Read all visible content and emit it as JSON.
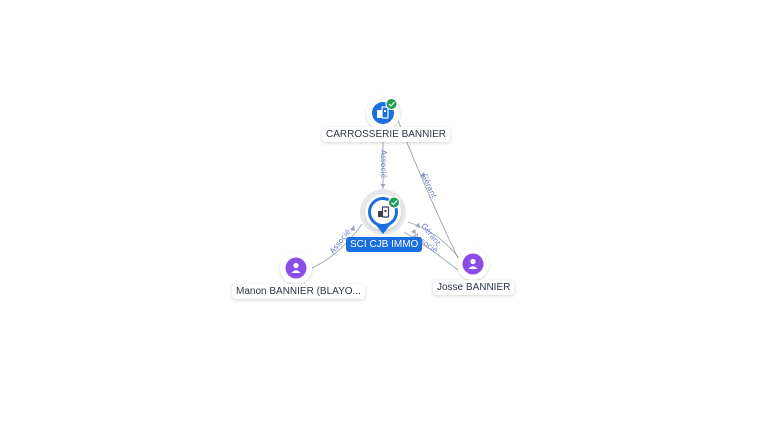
{
  "colors": {
    "company": "#1a6fe0",
    "person": "#8a4de8",
    "check": "#1f9d55",
    "edge": "#9aa3b5",
    "edge_label": "#6b7fc6"
  },
  "nodes": {
    "carrosserie": {
      "label": "CARROSSERIE BANNIER",
      "icon": "building-icon",
      "verified": true
    },
    "sci": {
      "label": "SCI CJB IMMO",
      "icon": "building-icon",
      "verified": true
    },
    "manon": {
      "label": "Manon BANNIER (BLAYO...",
      "icon": "person-icon"
    },
    "josse": {
      "label": "Josse BANNIER",
      "icon": "person-icon"
    }
  },
  "edges": {
    "carrosserie_sci": "Associé",
    "josse_carrosserie": "Gérant",
    "manon_sci": "Associé",
    "josse_sci_gerant": "Gérant",
    "josse_sci_associe": "Associé"
  }
}
